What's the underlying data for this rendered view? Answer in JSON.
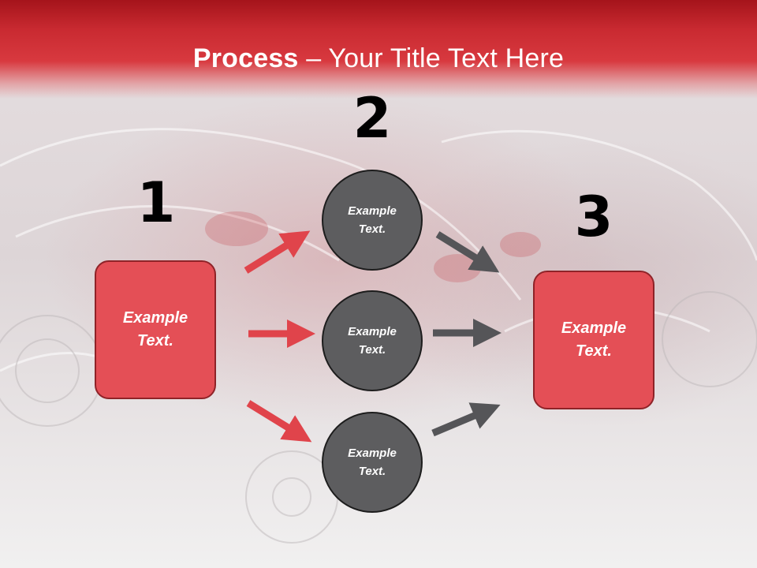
{
  "title": {
    "bold": "Process",
    "rest": " – Your Title Text Here"
  },
  "steps": [
    {
      "number": "1",
      "text": "Example\nText."
    },
    {
      "number": "2",
      "text": "Example\nText."
    },
    {
      "number": "3",
      "text": "Example\nText."
    }
  ],
  "circles": [
    {
      "text": "Example\nText."
    },
    {
      "text": "Example\nText."
    },
    {
      "text": "Example\nText."
    }
  ],
  "colors": {
    "red_box": "#e44f56",
    "red_arrow": "#e0444b",
    "grey_circle": "#5d5d5f",
    "grey_arrow": "#555558",
    "header": "#c92a31"
  }
}
